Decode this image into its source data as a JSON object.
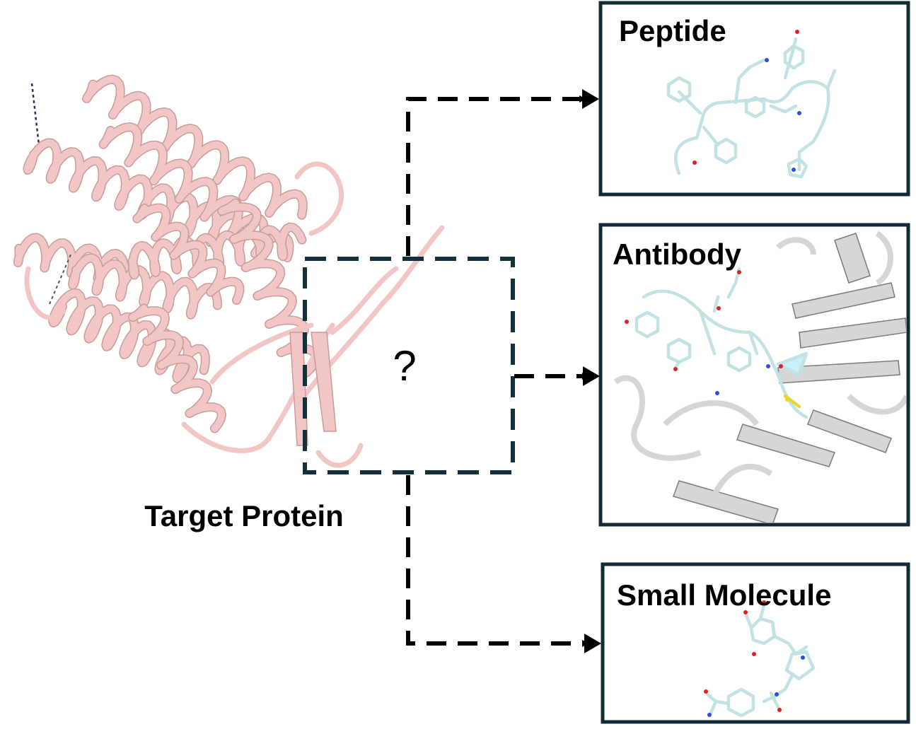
{
  "target": {
    "label": "Target Protein",
    "question": "?"
  },
  "modalities": [
    {
      "id": "peptide",
      "label": "Peptide"
    },
    {
      "id": "antibody",
      "label": "Antibody"
    },
    {
      "id": "small-molecule",
      "label": "Small Molecule"
    }
  ],
  "colors": {
    "protein": "#f3c6c6",
    "protein_edge": "#c99a9a",
    "ligand": "#c2e2e4",
    "ligand_edge": "#5d7f82",
    "antibody": "#d6d6d6",
    "antibody_edge": "#7a7a7a",
    "box_border": "#102a37",
    "dashed_box": "#14303d",
    "arrow": "#000000",
    "oxygen": "#e02020",
    "nitrogen": "#2a4de0",
    "sulfur": "#e8d42a"
  }
}
